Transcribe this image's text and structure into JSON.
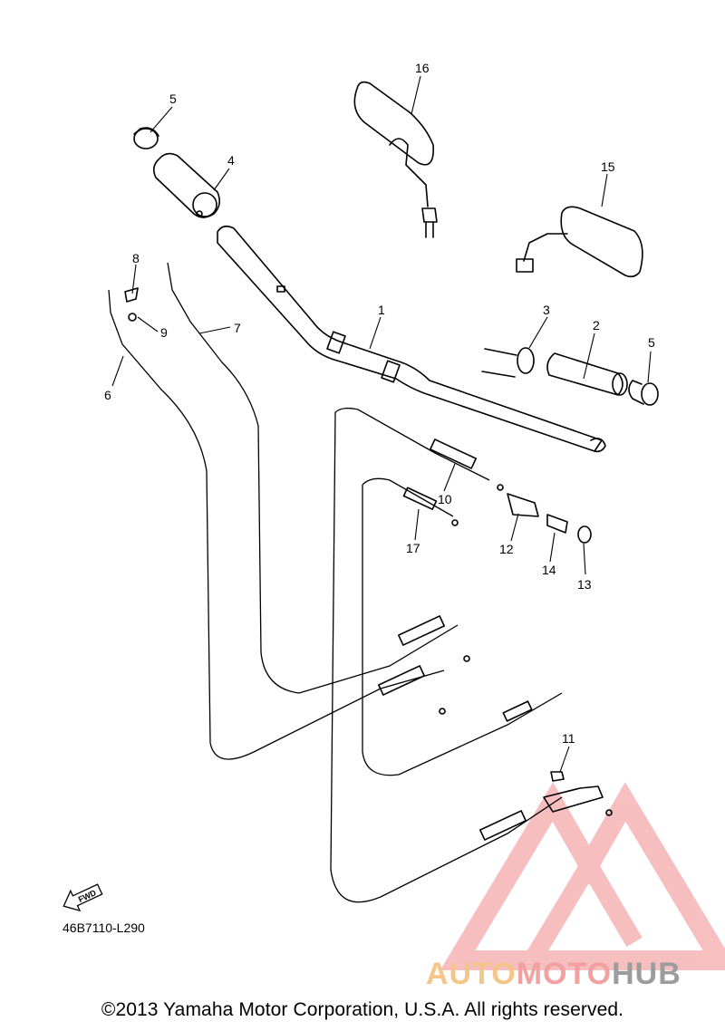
{
  "diagram": {
    "callouts": [
      "1",
      "2",
      "3",
      "4",
      "5",
      "5",
      "6",
      "7",
      "8",
      "9",
      "10",
      "11",
      "12",
      "13",
      "14",
      "15",
      "16",
      "17"
    ],
    "part_code": "46B7110-L290",
    "fwd_label": "FWD"
  },
  "watermark": {
    "word_auto": "AUTO",
    "word_moto": "MOTO",
    "word_hub": "HUB",
    "colors": {
      "auto": "#f6c58a",
      "moto": "#f3a0a0",
      "hub": "#9c9c9c",
      "logo": "#f08a8a"
    }
  },
  "footer": {
    "copyright": "©2013 Yamaha Motor Corporation, U.S.A. All rights reserved."
  }
}
